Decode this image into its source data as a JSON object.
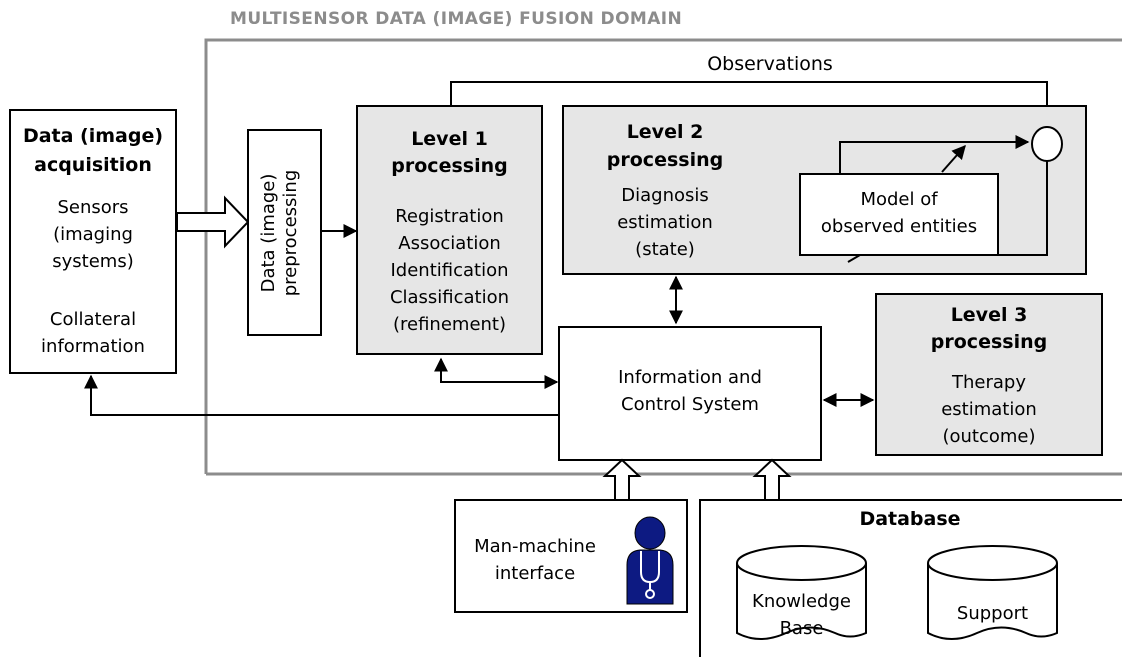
{
  "domain_title": "MULTISENSOR DATA (IMAGE) FUSION DOMAIN",
  "observations_label": "Observations",
  "acquisition": {
    "title_line1": "Data (image)",
    "title_line2": "acquisition",
    "sensors_line1": "Sensors",
    "sensors_line2": "(imaging",
    "sensors_line3": "systems)",
    "collateral_line1": "Collateral",
    "collateral_line2": "information"
  },
  "preprocessing": {
    "line1": "Data (image)",
    "line2": "preprocessing"
  },
  "level1": {
    "title_line1": "Level 1",
    "title_line2": "processing",
    "items": [
      "Registration",
      "Association",
      "Identification",
      "Classification",
      "(refinement)"
    ]
  },
  "level2": {
    "title_line1": "Level 2",
    "title_line2": "processing",
    "desc_line1": "Diagnosis",
    "desc_line2": "estimation",
    "desc_line3": "(state)"
  },
  "model": {
    "line1": "Model of",
    "line2": "observed entities"
  },
  "level3": {
    "title_line1": "Level 3",
    "title_line2": "processing",
    "desc_line1": "Therapy",
    "desc_line2": "estimation",
    "desc_line3": "(outcome)"
  },
  "ics": {
    "line1": "Information and",
    "line2": "Control System"
  },
  "mmi": {
    "line1": "Man-machine",
    "line2": "interface",
    "icon": "doctor-icon"
  },
  "database": {
    "title": "Database",
    "kb_line1": "Knowledge",
    "kb_line2": "Base",
    "support": "Support"
  },
  "colors": {
    "box_fill": "#e6e6e6",
    "domain_border": "#8c8c8c",
    "domain_title": "#8c8c8c",
    "doctor": "#0d1a82"
  }
}
